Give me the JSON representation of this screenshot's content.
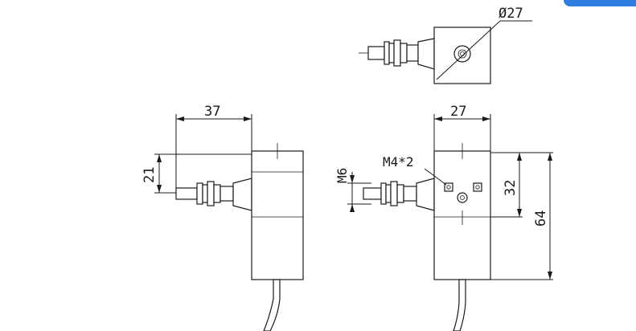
{
  "drawing": {
    "top_view": {
      "diameter_label": "Ø27"
    },
    "side_view": {
      "width_label": "37",
      "height_label": "21"
    },
    "front_view": {
      "width_label": "27",
      "thread_label": "M6",
      "hole_label": "M4*2",
      "upper_height_label": "32",
      "total_height_label": "64"
    }
  },
  "colors": {
    "line": "#1a1a1a",
    "background": "#ffffff",
    "corner_accent": "#2f7fe0"
  }
}
